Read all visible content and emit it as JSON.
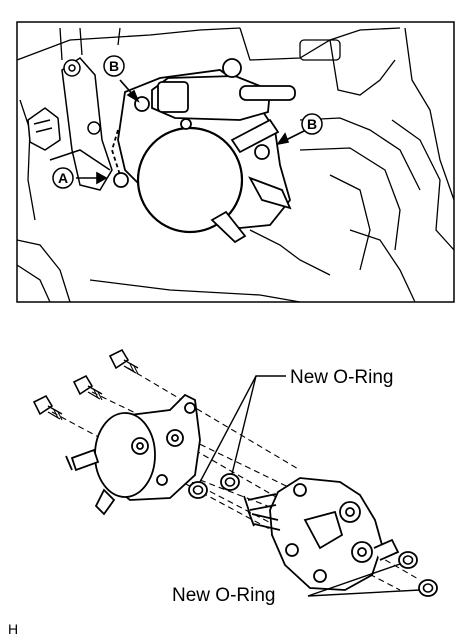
{
  "top_view": {
    "callouts": [
      {
        "id": "b-upper-left",
        "letter": "B"
      },
      {
        "id": "b-right",
        "letter": "B"
      },
      {
        "id": "a-left",
        "letter": "A"
      }
    ]
  },
  "exploded_view": {
    "label_upper": "New O-Ring",
    "label_lower": "New O-Ring"
  },
  "figure_code": "H",
  "colors": {
    "line": "#000000",
    "shade": "#c8c8c8",
    "background": "#ffffff"
  }
}
